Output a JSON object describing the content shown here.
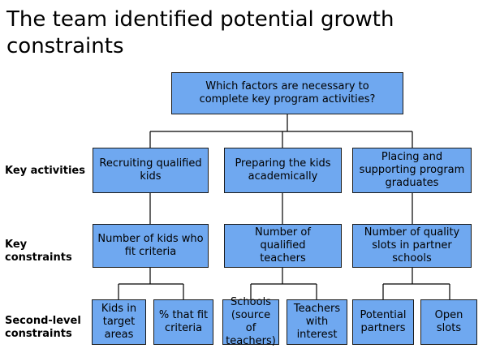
{
  "title": "The team identified potential growth constraints",
  "row_labels": {
    "activities": "Key activities",
    "constraints": "Key constraints",
    "second_level": "Second-level constraints"
  },
  "root": "Which factors are necessary to complete key program activities?",
  "activities": [
    "Recruiting qualified kids",
    "Preparing the kids academically",
    "Placing and supporting program graduates"
  ],
  "constraints": [
    "Number of kids who fit criteria",
    "Number of qualified teachers",
    "Number of quality slots in partner schools"
  ],
  "second_level": [
    "Kids in target areas",
    "% that fit criteria",
    "Schools (source of teachers)",
    "Teachers with interest",
    "Potential partners",
    "Open slots"
  ],
  "colors": {
    "box_fill": "#6fa8f0",
    "border": "#1a1a1a",
    "line": "#000000"
  }
}
